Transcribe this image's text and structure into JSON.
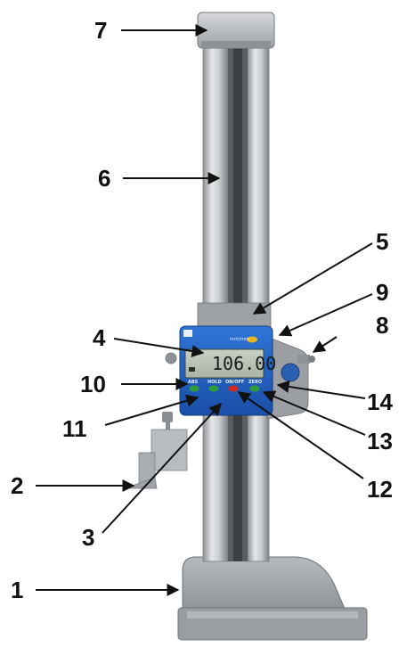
{
  "callouts": [
    {
      "number": "1",
      "part": "base"
    },
    {
      "number": "2",
      "part": "scriber"
    },
    {
      "number": "3",
      "part": "display-unit"
    },
    {
      "number": "4",
      "part": "lcd-display"
    },
    {
      "number": "5",
      "part": "slider"
    },
    {
      "number": "6",
      "part": "column"
    },
    {
      "number": "7",
      "part": "top-bridge"
    },
    {
      "number": "8",
      "part": "fine-adjust-knob"
    },
    {
      "number": "9",
      "part": "unit-button"
    },
    {
      "number": "10",
      "part": "abs-button"
    },
    {
      "number": "11",
      "part": "hold-button"
    },
    {
      "number": "12",
      "part": "on-off-button"
    },
    {
      "number": "13",
      "part": "zero-button"
    },
    {
      "number": "14",
      "part": "side-plate"
    }
  ],
  "display": {
    "reading": "106.00",
    "unit_label": "inch/mm",
    "buttons": {
      "abs": "ABS",
      "hold": "HOLD",
      "on_off": "ON/OFF",
      "zero": "ZERO"
    }
  },
  "colors": {
    "display_housing": "#1f5fbf",
    "lcd": "#b9c3b4",
    "abs_button": "#2f9e3a",
    "hold_button": "#2f9e3a",
    "on_off_button": "#d22a1e",
    "zero_button": "#2f9e3a",
    "unit_button": "#e6b521"
  }
}
